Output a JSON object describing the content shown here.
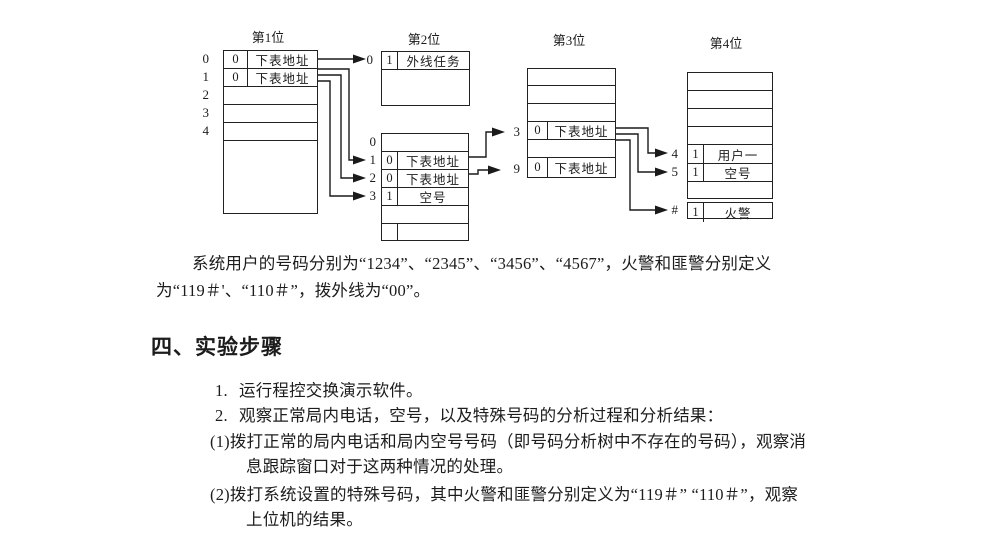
{
  "diagram": {
    "titles": {
      "c1": "第1位",
      "c2": "第2位",
      "c3": "第3位",
      "c4": "第4位"
    },
    "col1": {
      "row_labels": [
        "0",
        "1",
        "2",
        "3",
        "4"
      ],
      "row0": {
        "flag": "0",
        "text": "下表地址"
      },
      "row1": {
        "flag": "0",
        "text": "下表地址"
      }
    },
    "col2": {
      "top_label": "0",
      "top_row": {
        "flag": "1",
        "text": "外线任务"
      },
      "bot_labels": [
        "0",
        "1",
        "2",
        "3"
      ],
      "bot_row1": {
        "flag": "0",
        "text": "下表地址"
      },
      "bot_row2": {
        "flag": "0",
        "text": "下表地址"
      },
      "bot_row3": {
        "flag": "1",
        "text": "空号"
      }
    },
    "col3": {
      "label_a": "3",
      "row_a": {
        "flag": "0",
        "text": "下表地址"
      },
      "label_b": "9",
      "row_b": {
        "flag": "0",
        "text": "下表地址"
      }
    },
    "col4": {
      "label_a": "4",
      "row_a": {
        "flag": "1",
        "text": "用户一"
      },
      "label_b": "5",
      "row_b": {
        "flag": "1",
        "text": "空号"
      },
      "label_c": "#",
      "row_c": {
        "flag": "1",
        "text": "火警"
      }
    }
  },
  "content": {
    "intro_line1": "系统用户的号码分别为“1234”、“2345”、“3456”、“4567”，火警和匪警分别定义",
    "intro_line2": "为“119＃'、“110＃”，拨外线为“00”。",
    "heading": "四、实验步骤",
    "step1_num": "1.",
    "step1_text": "运行程控交换演示软件。",
    "step2_num": "2.",
    "step2_text": "观察正常局内电话，空号，以及特殊号码的分析过程和分析结果：",
    "sub1_num": "(1)",
    "sub1_line1": "拨打正常的局内电话和局内空号号码（即号码分析树中不存在的号码），观察消",
    "sub1_line2": "息跟踪窗口对于这两种情况的处理。",
    "sub2_num": "(2)",
    "sub2_line1": "拨打系统设置的特殊号码，其中火警和匪警分别定义为“119＃” “110＃”，观察",
    "sub2_line2": "上位机的结果。"
  }
}
